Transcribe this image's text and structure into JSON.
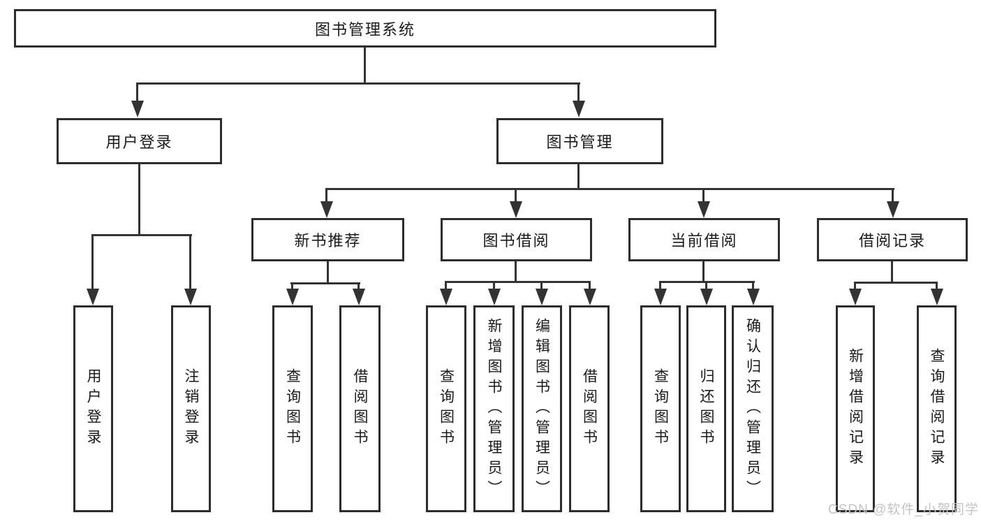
{
  "diagram": {
    "type": "hierarchy-tree",
    "title": "图书管理系统",
    "watermark": "CSDN @软件_小贺同学",
    "colors": {
      "background": "#ffffff",
      "line": "#333333",
      "border": "#2d2d2d",
      "text": "#1a1a1a",
      "watermark": "#c4c4c4"
    },
    "root": {
      "label": "图书管理系统"
    },
    "level2": [
      {
        "label": "用户登录"
      },
      {
        "label": "图书管理"
      }
    ],
    "level3": [
      {
        "label": "新书推荐"
      },
      {
        "label": "图书借阅"
      },
      {
        "label": "当前借阅"
      },
      {
        "label": "借阅记录"
      }
    ],
    "leaves": {
      "login": [
        "用户登录",
        "注销登录"
      ],
      "recommend": [
        "查询图书",
        "借阅图书"
      ],
      "borrow": [
        "查询图书",
        "新增图书（管理员）",
        "编辑图书（管理员）",
        "借阅图书"
      ],
      "current": [
        "查询图书",
        "归还图书",
        "确认归还（管理员）"
      ],
      "records": [
        "新增借阅记录",
        "查询借阅记录"
      ]
    }
  }
}
